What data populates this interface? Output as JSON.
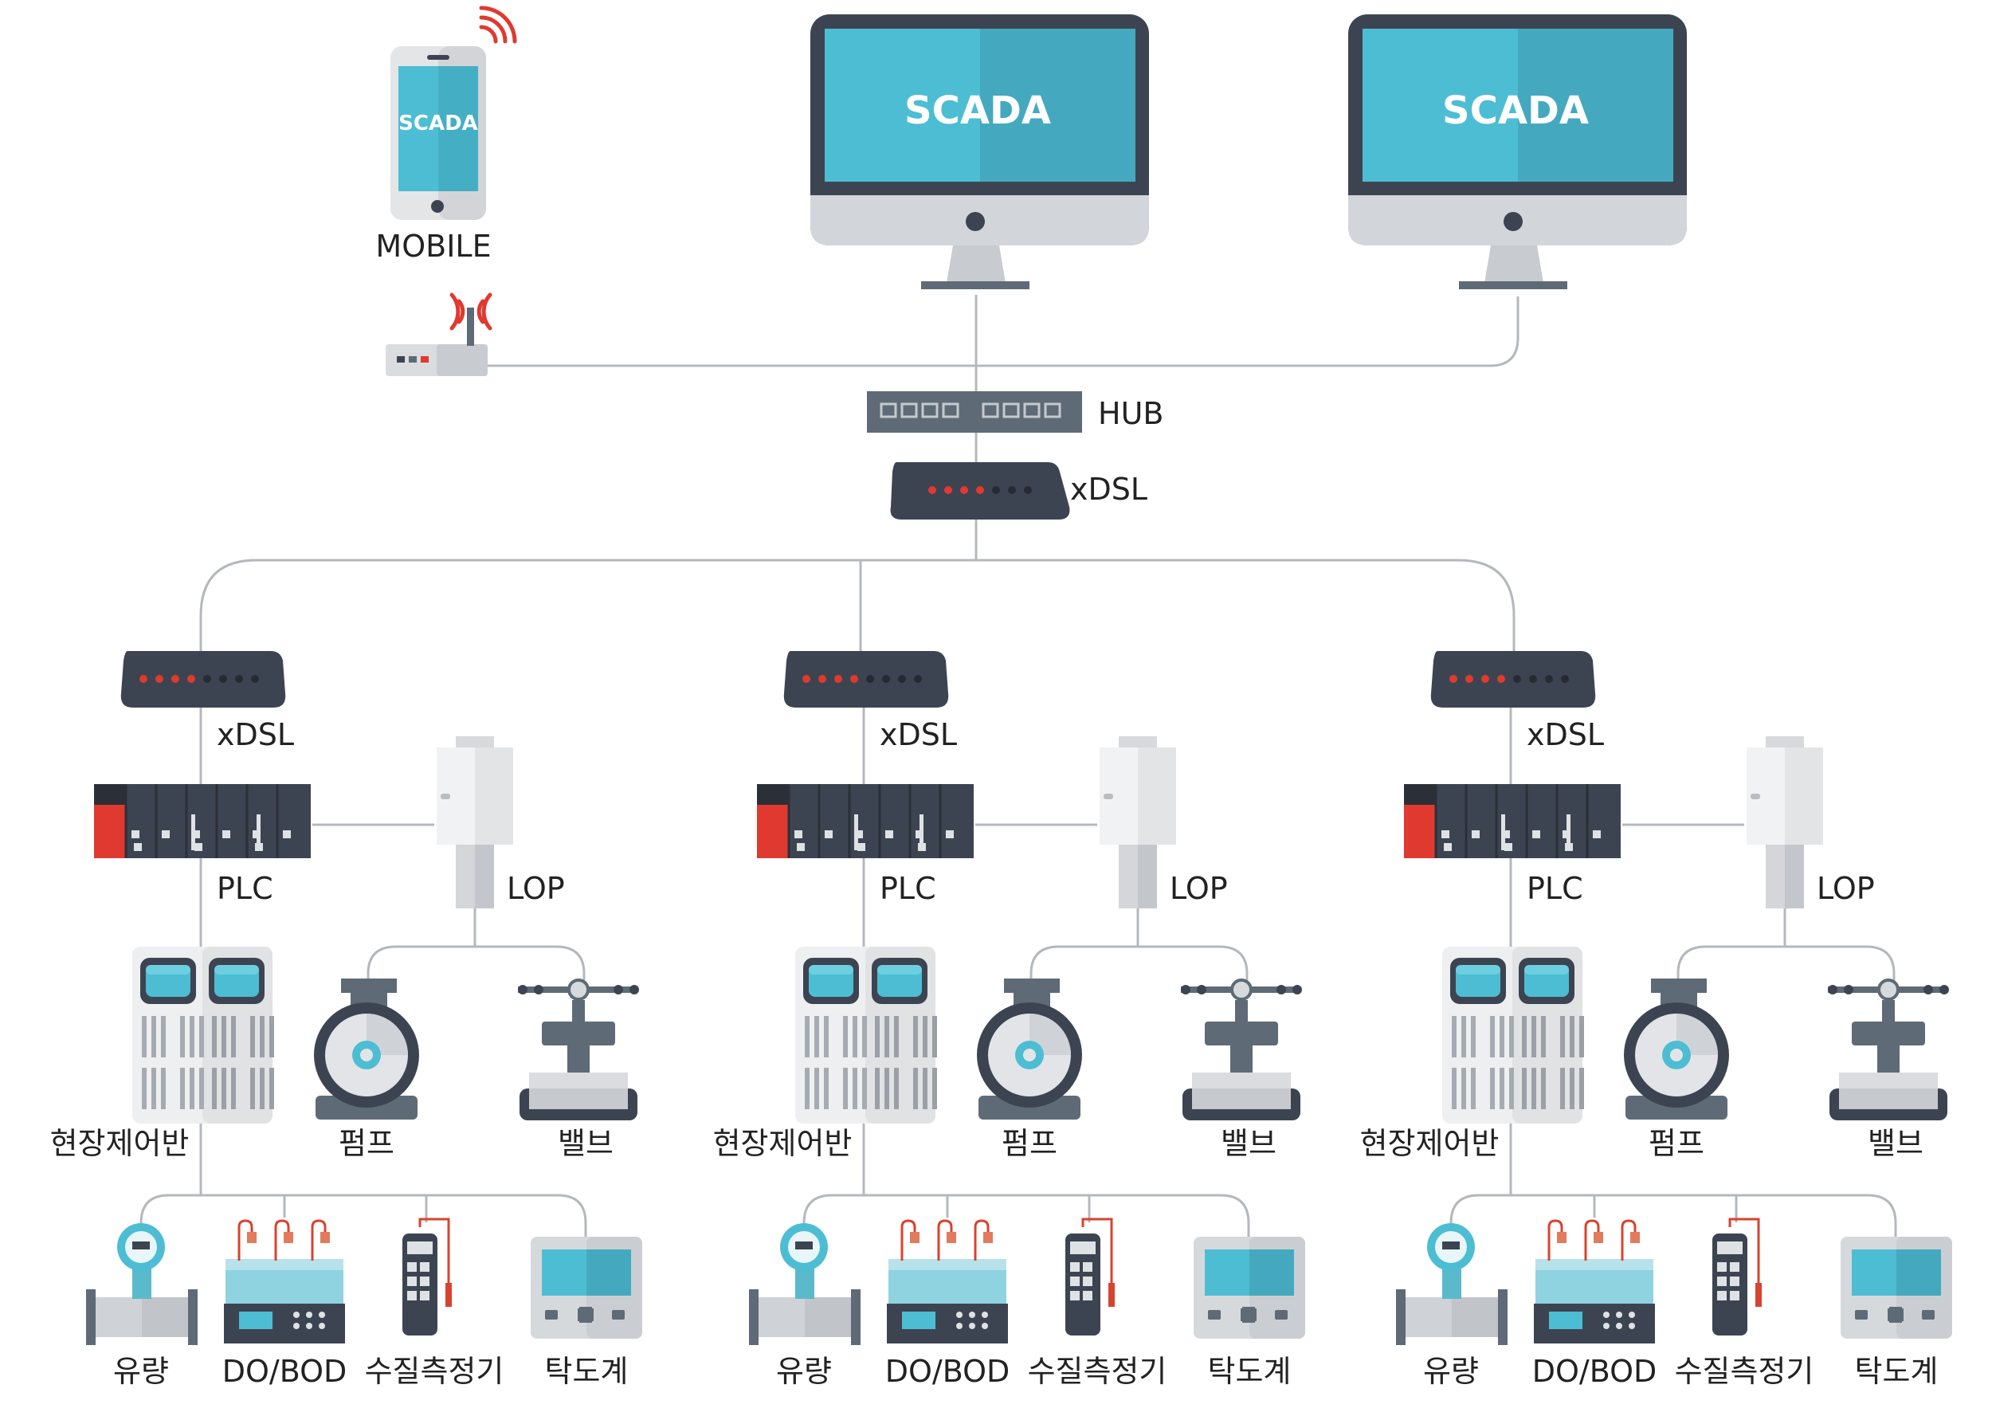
{
  "top": {
    "mobile": {
      "screen_text": "SCADA",
      "label": "MOBILE"
    },
    "monitors": [
      {
        "screen_text": "SCADA"
      },
      {
        "screen_text": "SCADA"
      }
    ],
    "hub_label": "HUB",
    "xdsl_label": "xDSL"
  },
  "sites": [
    {
      "xdsl_label": "xDSL",
      "plc_label": "PLC",
      "lop_label": "LOP",
      "panel_label": "현장제어반",
      "pump_label": "펌프",
      "valve_label": "밸브",
      "sensors": [
        "유량",
        "DO/BOD",
        "수질측정기",
        "탁도계"
      ]
    },
    {
      "xdsl_label": "xDSL",
      "plc_label": "PLC",
      "lop_label": "LOP",
      "panel_label": "현장제어반",
      "pump_label": "펌프",
      "valve_label": "밸브",
      "sensors": [
        "유량",
        "DO/BOD",
        "수질측정기",
        "탁도계"
      ]
    },
    {
      "xdsl_label": "xDSL",
      "plc_label": "PLC",
      "lop_label": "LOP",
      "panel_label": "현장제어반",
      "pump_label": "펌프",
      "valve_label": "밸브",
      "sensors": [
        "유량",
        "DO/BOD",
        "수질측정기",
        "탁도계"
      ]
    }
  ],
  "colors": {
    "screen": "#4dbdd3",
    "dark": "#3d4451",
    "red": "#e0392f",
    "steel": "#5e6b76",
    "light": "#e8e9eb",
    "wire": "#b4b8bd"
  }
}
